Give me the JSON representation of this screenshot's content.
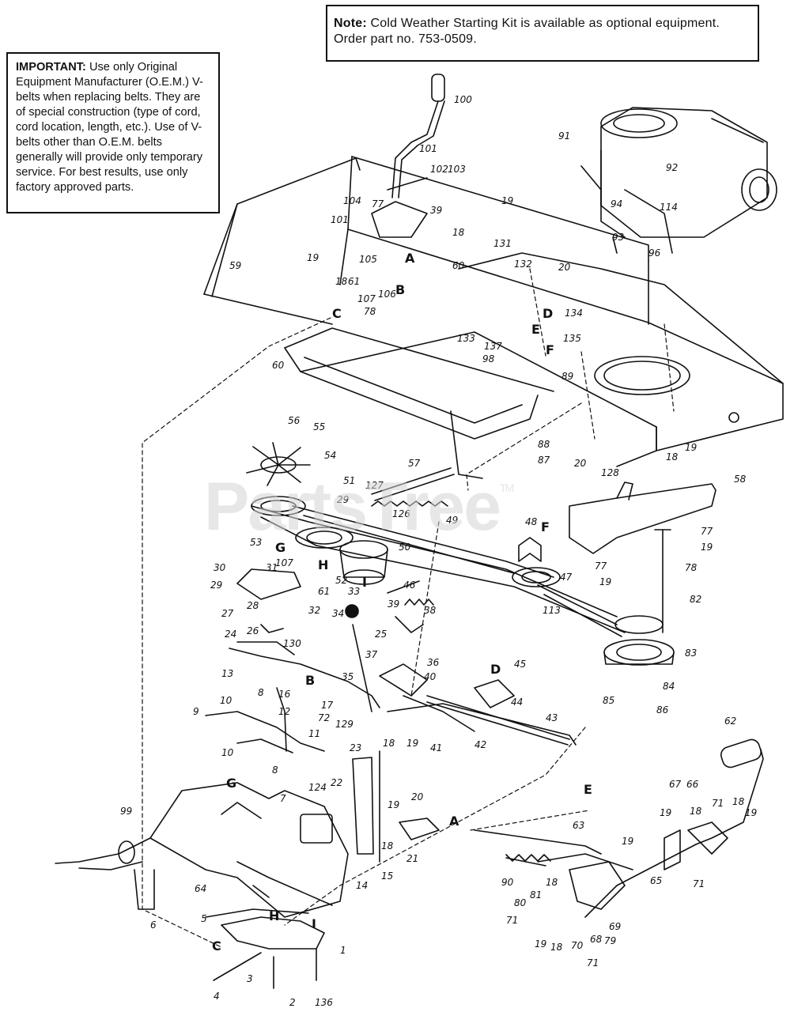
{
  "note": {
    "heading": "Note:",
    "text": "Cold Weather Starting Kit is available as optional equipment. Order part no. 753-0509."
  },
  "important": {
    "heading": "IMPORTANT:",
    "text": "Use only Original Equipment Manufacturer (O.E.M.) V-belts when replacing belts. They are of special construction (type of cord, cord location, length, etc.). Use of V-belts other than O.E.M. belts generally will provide only temporary service. For best results, use only factory approved parts."
  },
  "watermark": {
    "text": "PartsTree",
    "mark": "TM"
  },
  "callouts": [
    "100",
    "101",
    "102",
    "103",
    "104",
    "77",
    "39",
    "18",
    "19",
    "91",
    "92",
    "94",
    "114",
    "93",
    "96",
    "101",
    "19",
    "18",
    "61",
    "105",
    "107",
    "106",
    "78",
    "A",
    "B",
    "60",
    "131",
    "132",
    "20",
    "59",
    "C",
    "D",
    "134",
    "135",
    "E",
    "F",
    "133",
    "137",
    "98",
    "89",
    "60",
    "56",
    "55",
    "54",
    "57",
    "51",
    "127",
    "29",
    "126",
    "49",
    "48",
    "53",
    "G",
    "H",
    "52",
    "I",
    "50",
    "47",
    "30",
    "107",
    "31",
    "29",
    "61",
    "32",
    "46",
    "33",
    "39",
    "38",
    "28",
    "27",
    "26",
    "34",
    "25",
    "36",
    "37",
    "24",
    "130",
    "35",
    "40",
    "45",
    "D",
    "44",
    "13",
    "B",
    "8",
    "16",
    "17",
    "72",
    "10",
    "12",
    "11",
    "129",
    "18",
    "19",
    "41",
    "42",
    "43",
    "9",
    "10",
    "8",
    "G",
    "7",
    "124",
    "23",
    "22",
    "20",
    "99",
    "19",
    "18",
    "15",
    "21",
    "A",
    "64",
    "14",
    "6",
    "5",
    "H",
    "I",
    "C",
    "1",
    "4",
    "3",
    "2",
    "136",
    "88",
    "87",
    "20",
    "18",
    "19",
    "128",
    "58",
    "F",
    "77",
    "19",
    "78",
    "82",
    "77",
    "19",
    "113",
    "83",
    "84",
    "85",
    "86",
    "62",
    "E",
    "63",
    "67",
    "66",
    "71",
    "18",
    "19",
    "19",
    "18",
    "19",
    "90",
    "18",
    "65",
    "71",
    "80",
    "81",
    "71",
    "19",
    "18",
    "70",
    "68",
    "79",
    "69",
    "71"
  ]
}
